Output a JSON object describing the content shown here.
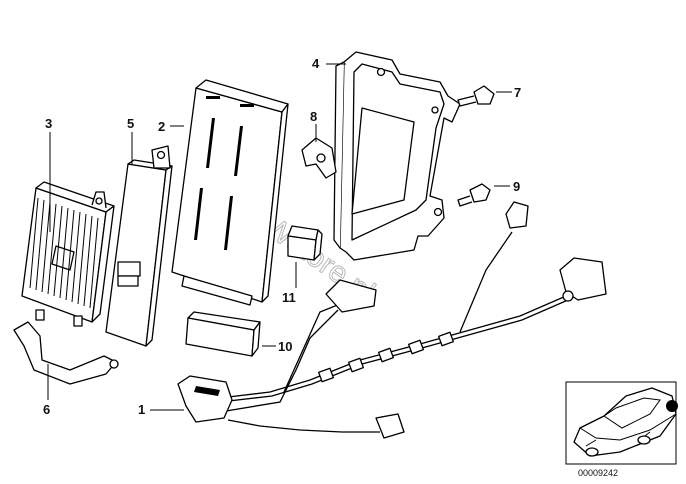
{
  "watermark": "BMWstore.pl",
  "reference_number": "00009242",
  "callouts": {
    "c1": "1",
    "c2": "2",
    "c3": "3",
    "c4": "4",
    "c5": "5",
    "c6": "6",
    "c7": "7",
    "c8": "8",
    "c9": "9",
    "c10": "10",
    "c11": "11"
  }
}
